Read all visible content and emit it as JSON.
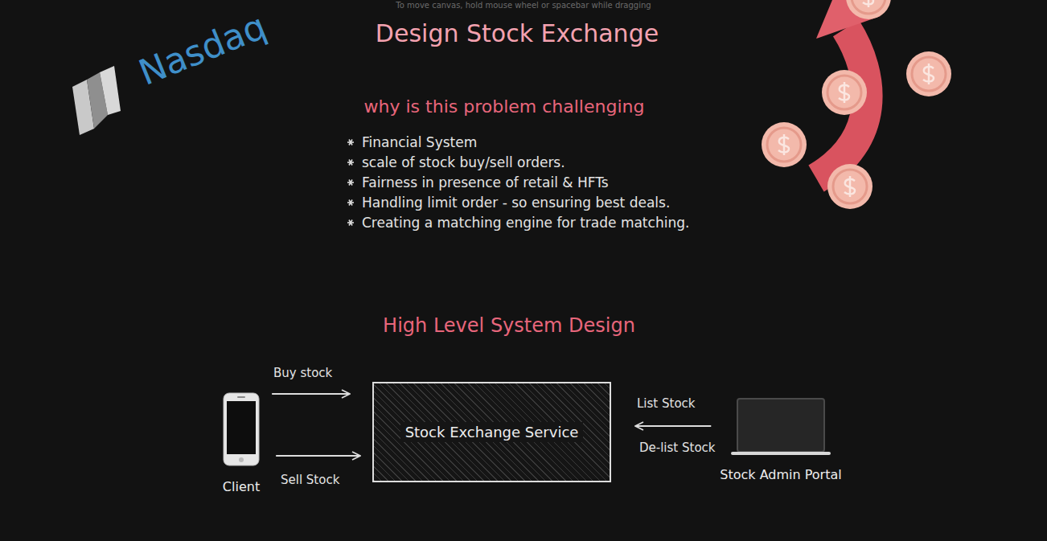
{
  "diagram": {
    "title": "Design Stock Exchange",
    "nodes": [
      {
        "text": [
          "Client"
        ]
      },
      {
        "text": [
          "Stock Exchange Service"
        ]
      },
      {
        "text": [
          "Stock Admin Portal"
        ]
      }
    ],
    "edges": [
      {
        "from": 0,
        "to": 1,
        "arrow": "to",
        "label": "Buy stock"
      },
      {
        "from": 0,
        "to": 1,
        "arrow": "to",
        "label": "Sell Stock"
      },
      {
        "from": 2,
        "to": 1,
        "arrow": "to",
        "label": "List Stock"
      }
    ],
    "labels": [
      "To move canvas, hold mouse wheel or spacebar while dragging",
      "Nasdaq",
      "why is this problem challenging",
      "Financial System",
      "scale of stock buy/sell orders.",
      "Fairness in presence of retail & HFTs",
      "Handling limit order - so ensuring best deals.",
      "Creating a matching engine for trade matching.",
      "High Level System Design",
      "De-list Stock"
    ]
  }
}
